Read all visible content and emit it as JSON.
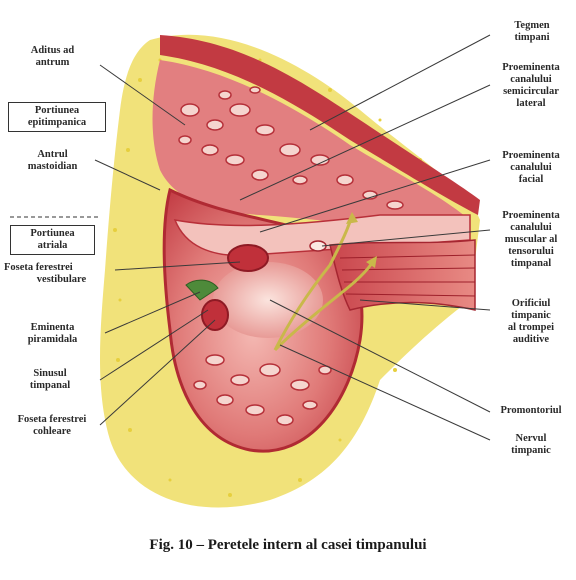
{
  "labels": {
    "aditus": [
      "Aditus ad",
      "antrum"
    ],
    "portiunea_epi": [
      "Portiunea",
      "epitimpanica"
    ],
    "antrul": [
      "Antrul",
      "mastoidian"
    ],
    "portiunea_atr": [
      "Portiunea",
      "atriala"
    ],
    "foseta_vest": [
      "Foseta ferestrei",
      "vestibulare"
    ],
    "eminenta": [
      "Eminenta",
      "piramidala"
    ],
    "sinusul": [
      "Sinusul",
      "timpanal"
    ],
    "foseta_coh": [
      "Foseta ferestrei",
      "cohleare"
    ],
    "tegmen": [
      "Tegmen",
      "timpani"
    ],
    "proem_semi": [
      "Proeminenta",
      "canalului",
      "semicircular",
      "lateral"
    ],
    "proem_facial": [
      "Proeminenta",
      "canalului",
      "facial"
    ],
    "proem_musc": [
      "Proeminenta",
      "canalului",
      "muscular al",
      "tensorului",
      "timpanal"
    ],
    "orificiul": [
      "Orificiul",
      "timpanic",
      "al trompei",
      "auditive"
    ],
    "promontoriul": [
      "Promontoriul"
    ],
    "nervul": [
      "Nervul",
      "timpanic"
    ]
  },
  "caption": "Fig. 10 – Peretele intern al casei timpanului",
  "colors": {
    "bone": "#f1e27a",
    "mucosa": "#d9545a",
    "mucosa_dark": "#b32b35",
    "mucosa_light": "#f6c9c4",
    "nerve": "#c9b84a"
  }
}
